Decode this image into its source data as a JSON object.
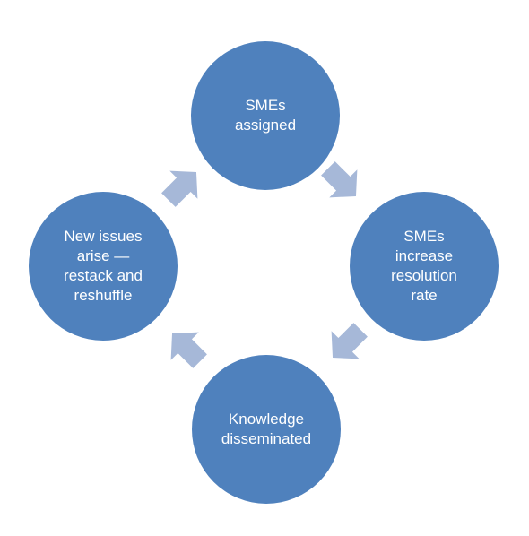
{
  "cycle": {
    "nodes": [
      {
        "label": "SMEs\nassigned"
      },
      {
        "label": "SMEs\nincrease\nresolution\nrate"
      },
      {
        "label": "Knowledge\ndisseminated"
      },
      {
        "label": "New issues\narise —\nrestack and\nreshuffle"
      }
    ],
    "node_color": "#4f81bd",
    "arrow_color": "#a6b8d8",
    "direction": "clockwise"
  }
}
